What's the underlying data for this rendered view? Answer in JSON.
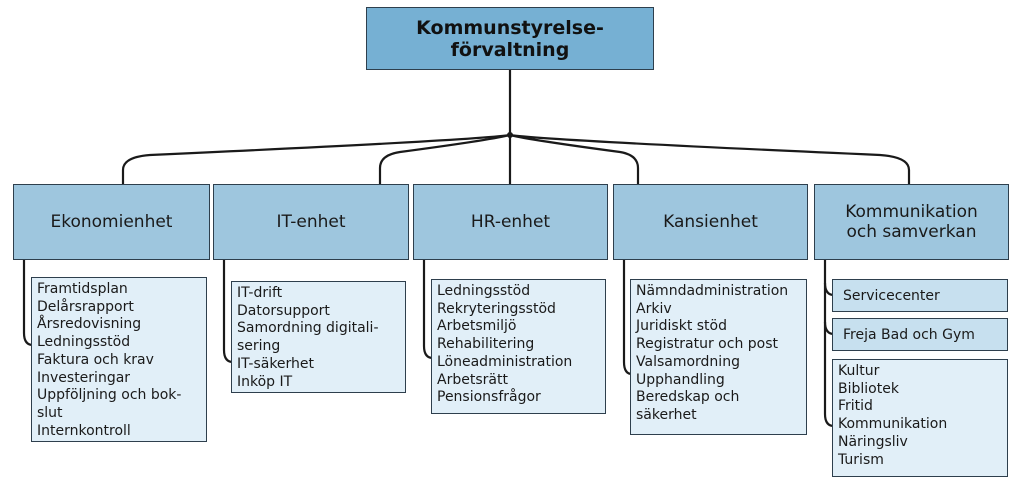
{
  "root": {
    "label": "Kommunstyrelse-\nförvaltning"
  },
  "units": [
    {
      "label": "Ekonomienhet",
      "items": [
        "Framtidsplan",
        "Delårsrapport",
        "Årsredovisning",
        "Ledningsstöd",
        "Faktura och krav",
        "Investeringar",
        "Uppföljning och bok-\nslut",
        "Internkontroll"
      ]
    },
    {
      "label": "IT-enhet",
      "items": [
        "IT-drift",
        "Datorsupport",
        "Samordning digitali-\nsering",
        "IT-säkerhet",
        "Inköp IT"
      ]
    },
    {
      "label": "HR-enhet",
      "items": [
        "Ledningsstöd",
        "Rekryteringsstöd",
        "Arbetsmiljö",
        "Rehabilitering",
        "Löneadministration",
        "Arbetsrätt",
        "Pensionsfrågor"
      ]
    },
    {
      "label": "Kansienhet",
      "items": [
        "Nämndadministration",
        "Arkiv",
        "Juridiskt stöd",
        "Registratur och post",
        "Valsamordning",
        "Upphandling",
        "Beredskap och\nsäkerhet"
      ]
    },
    {
      "label": "Kommunikation\noch samverkan",
      "subunits": [
        "Servicecenter",
        "Freja Bad och Gym"
      ],
      "items": [
        "Kultur",
        "Bibliotek",
        "Fritid",
        "Kommunikation",
        "Näringsliv",
        "Turism"
      ]
    }
  ]
}
